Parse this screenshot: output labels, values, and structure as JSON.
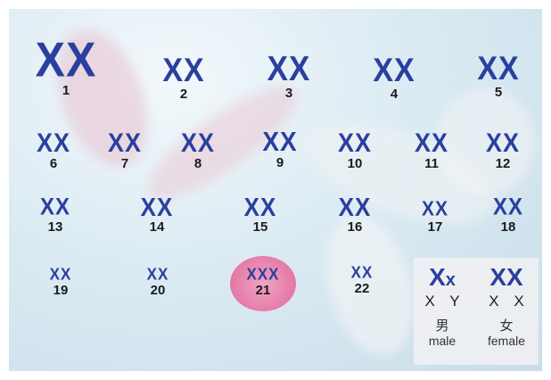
{
  "chromosomes": [
    {
      "number": "1",
      "glyph": "XX"
    },
    {
      "number": "2",
      "glyph": "XX"
    },
    {
      "number": "3",
      "glyph": "XX"
    },
    {
      "number": "4",
      "glyph": "XX"
    },
    {
      "number": "5",
      "glyph": "XX"
    },
    {
      "number": "6",
      "glyph": "XX"
    },
    {
      "number": "7",
      "glyph": "XX"
    },
    {
      "number": "8",
      "glyph": "XX"
    },
    {
      "number": "9",
      "glyph": "XX"
    },
    {
      "number": "10",
      "glyph": "XX"
    },
    {
      "number": "11",
      "glyph": "XX"
    },
    {
      "number": "12",
      "glyph": "XX"
    },
    {
      "number": "13",
      "glyph": "XX"
    },
    {
      "number": "14",
      "glyph": "XX"
    },
    {
      "number": "15",
      "glyph": "XX"
    },
    {
      "number": "16",
      "glyph": "XX"
    },
    {
      "number": "17",
      "glyph": "XX"
    },
    {
      "number": "18",
      "glyph": "XX"
    },
    {
      "number": "19",
      "glyph": "XX"
    },
    {
      "number": "20",
      "glyph": "XX"
    },
    {
      "number": "21",
      "glyph": "XXX"
    },
    {
      "number": "22",
      "glyph": "XX"
    }
  ],
  "highlight_number": "21",
  "legend": {
    "male": {
      "glyph": "X×",
      "letters": "X Y",
      "zh": "男",
      "en": "male"
    },
    "female": {
      "glyph": "XX",
      "letters": "X X",
      "zh": "女",
      "en": "female"
    }
  },
  "colors": {
    "chromosome": "#2b3f9e",
    "highlight": "#e57aa6",
    "number": "#1b1b1b"
  }
}
